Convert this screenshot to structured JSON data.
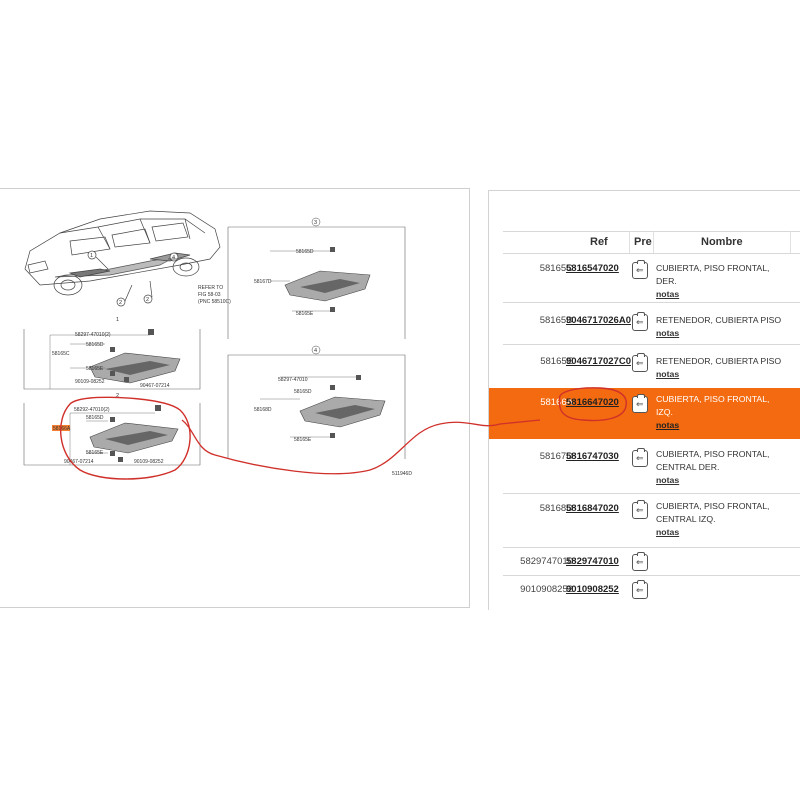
{
  "diagram": {
    "refer_note": [
      "REFER TO",
      "FIG 58-03",
      "(PNC 58510C)"
    ],
    "callouts": [
      "1",
      "2",
      "3",
      "4"
    ],
    "figure_code": "511946D",
    "panel1_labels": [
      "58297-47010(2)",
      "58165D",
      "58165C",
      "58165E",
      "90109-08252",
      "90467-07214"
    ],
    "panel2_labels": [
      "58292-47010(2)",
      "58165D",
      "58166A",
      "58165E",
      "90467-07214",
      "90109-08252"
    ],
    "panel3_labels": [
      "58165D",
      "58167D",
      "58165E"
    ],
    "panel4_labels": [
      "58297-47010",
      "58165D",
      "58168D",
      "58165E"
    ]
  },
  "parts_table": {
    "headers": {
      "ref": "Ref",
      "pre": "Pre",
      "name": "Nombre"
    },
    "rows": [
      {
        "code": "58165C",
        "ref": "5816547020",
        "desc": [
          "CUBIERTA, PISO FRONTAL,",
          "DER."
        ],
        "notes": "notas",
        "highlighted": false
      },
      {
        "code": "58165D",
        "ref": "9046717026A0",
        "desc": [
          "RETENEDOR, CUBIERTA PISO"
        ],
        "notes": "notas",
        "highlighted": false
      },
      {
        "code": "58165E",
        "ref": "9046717027C0",
        "desc": [
          "RETENEDOR, CUBIERTA PISO"
        ],
        "notes": "notas",
        "highlighted": false
      },
      {
        "code": "58166A",
        "ref": "5816647020",
        "desc": [
          "CUBIERTA, PISO FRONTAL,",
          "IZQ."
        ],
        "notes": "notas",
        "highlighted": true
      },
      {
        "code": "58167D",
        "ref": "5816747030",
        "desc": [
          "CUBIERTA, PISO FRONTAL,",
          "CENTRAL DER."
        ],
        "notes": "notas",
        "highlighted": false
      },
      {
        "code": "58168D",
        "ref": "5816847020",
        "desc": [
          "CUBIERTA, PISO FRONTAL,",
          "CENTRAL IZQ."
        ],
        "notes": "notas",
        "highlighted": false
      },
      {
        "code": "5829747010",
        "ref": "5829747010",
        "desc": [],
        "notes": "",
        "highlighted": false
      },
      {
        "code": "9010908252",
        "ref": "9010908252",
        "desc": [],
        "notes": "",
        "highlighted": false
      }
    ]
  },
  "colors": {
    "highlight": "#f36a10",
    "annotation": "#d0302a"
  }
}
